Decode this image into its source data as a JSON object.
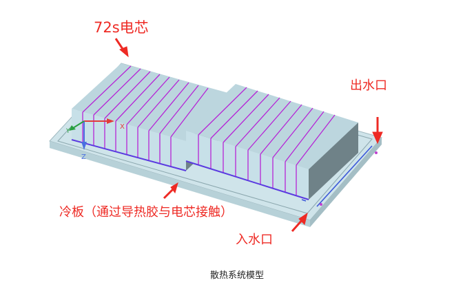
{
  "diagram": {
    "labels": {
      "cells": "72s电芯",
      "outlet": "出水口",
      "cold_plate": "冷板（通过导热胶与电芯接触）",
      "inlet": "入水口"
    },
    "axes": {
      "x": "X",
      "y": "Y",
      "z": "Z"
    },
    "caption": "散热系统模型",
    "colors": {
      "annotation": "#ee2a24",
      "cell_top": "#bcd6de",
      "cell_front": "#c7e0e8",
      "cell_side": "#6f8288",
      "separator": "#b623d6",
      "plate": "#cde3ea",
      "channel": "#3a56d8"
    }
  }
}
